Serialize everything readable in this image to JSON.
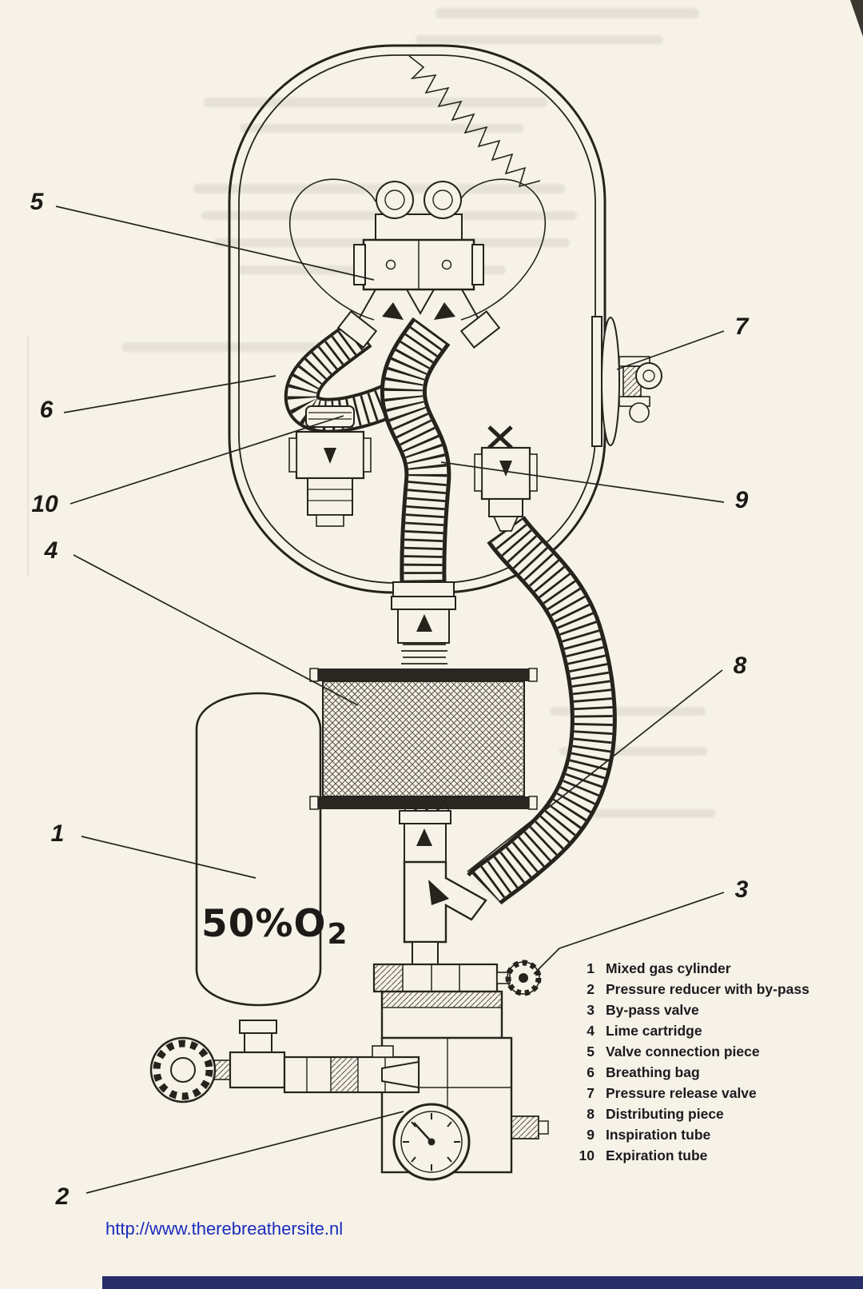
{
  "callouts": {
    "c1": "1",
    "c2": "2",
    "c3": "3",
    "c4": "4",
    "c5": "5",
    "c6": "6",
    "c7": "7",
    "c8": "8",
    "c9": "9",
    "c10": "10"
  },
  "cylinder": {
    "label_main": "50%O",
    "label_sub": "2"
  },
  "legend": {
    "items": [
      {
        "num": "1",
        "label": "Mixed gas cylinder"
      },
      {
        "num": "2",
        "label": "Pressure reducer with by-pass"
      },
      {
        "num": "3",
        "label": "By-pass valve"
      },
      {
        "num": "4",
        "label": "Lime cartridge"
      },
      {
        "num": "5",
        "label": "Valve connection piece"
      },
      {
        "num": "6",
        "label": "Breathing bag"
      },
      {
        "num": "7",
        "label": "Pressure release valve"
      },
      {
        "num": "8",
        "label": "Distributing piece"
      },
      {
        "num": "9",
        "label": "Inspiration tube"
      },
      {
        "num": "10",
        "label": "Expiration tube"
      }
    ]
  },
  "footer": {
    "url": "http://www.therebreathersite.nl"
  },
  "colors": {
    "paper": "#f6f2e8",
    "ink": "#26231d",
    "link_blue": "#1b2cc0",
    "footer_bar": "#272e68"
  }
}
